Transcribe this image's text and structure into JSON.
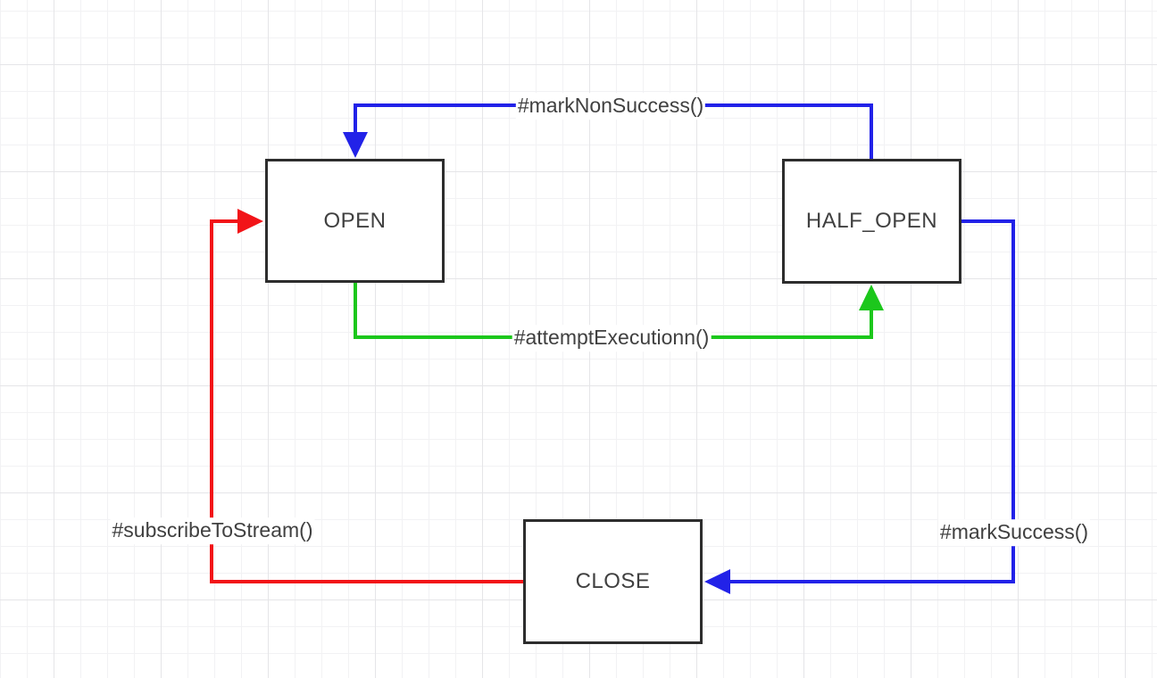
{
  "colors": {
    "background": "#ffffff",
    "grid_minor": "#f2f2f4",
    "grid_major": "#e5e5e8",
    "box_border": "#2d2d2d",
    "box_fill": "#ffffff",
    "text": "#404040",
    "blue": "#2222e8",
    "green": "#1cc71c",
    "red": "#f21418"
  },
  "states": {
    "open": {
      "label": "OPEN"
    },
    "half_open": {
      "label": "HALF_OPEN"
    },
    "close": {
      "label": "CLOSE"
    }
  },
  "transitions": {
    "mark_non_success": {
      "label": "#markNonSuccess()",
      "from": "HALF_OPEN",
      "to": "OPEN",
      "color": "#2222e8"
    },
    "attempt_execution": {
      "label": "#attemptExecutionn()",
      "from": "OPEN",
      "to": "HALF_OPEN",
      "color": "#1cc71c"
    },
    "mark_success": {
      "label": "#markSuccess()",
      "from": "HALF_OPEN",
      "to": "CLOSE",
      "color": "#2222e8"
    },
    "subscribe_to_stream": {
      "label": "#subscribeToStream()",
      "from": "CLOSE",
      "to": "OPEN",
      "color": "#f21418"
    }
  }
}
